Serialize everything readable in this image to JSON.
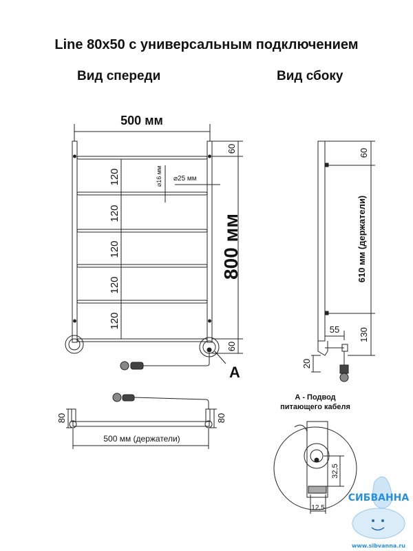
{
  "title": "Line 80x50 с универсальным подключением",
  "views": {
    "front": "Вид спереди",
    "side": "Вид сбоку"
  },
  "front_dims": {
    "width": "500 мм",
    "height": "800 мм",
    "top_offset": "60",
    "bottom_offset": "60",
    "spacing": [
      "120",
      "120",
      "120",
      "120",
      "120"
    ],
    "bar_diameter": "16 мм",
    "rail_diameter": "25 мм",
    "callout": "A"
  },
  "top_view": {
    "width": "500 мм (держатели)",
    "depth_left": "80",
    "depth_right": "80"
  },
  "side_dims": {
    "top": "60",
    "holders": "610 мм (держатели)",
    "bottom": "130",
    "offset": "55",
    "cable": "20"
  },
  "detail": {
    "caption_line1": "А - Подвод",
    "caption_line2": "питающего кабеля",
    "height": "32,5",
    "width": "12,5"
  },
  "watermark": {
    "brand": "СИБВАННА",
    "site": "www.sibvanna.ru",
    "color": "#2b8fd6"
  }
}
